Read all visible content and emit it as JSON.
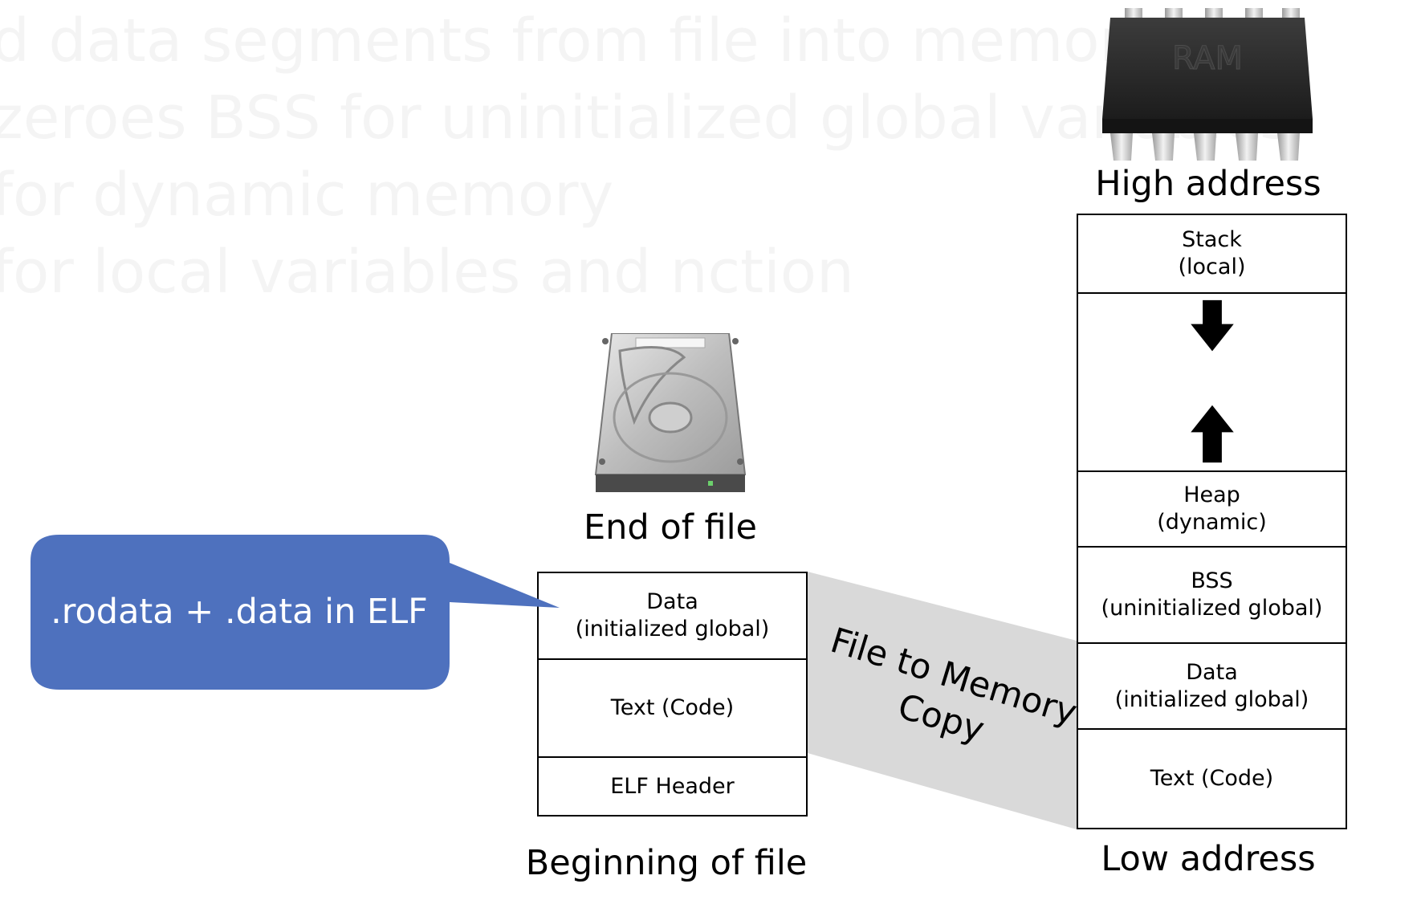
{
  "background_text": [
    "d data segments from file into memory",
    "zeroes BSS for uninitialized global variables",
    "for dynamic memory",
    "for local variables and    nction"
  ],
  "icons": {
    "ram": {
      "name": "ram-chip-icon",
      "label": "RAM"
    },
    "hdd": {
      "name": "hard-drive-icon"
    }
  },
  "memory": {
    "high_label": "High address",
    "low_label": "Low address",
    "segments": [
      {
        "name": "Stack",
        "detail": "(local)"
      },
      {
        "name": "",
        "detail": ""
      },
      {
        "name": "Heap",
        "detail": "(dynamic)"
      },
      {
        "name": "BSS",
        "detail": "(uninitialized global)"
      },
      {
        "name": "Data",
        "detail": "(initialized global)"
      },
      {
        "name": "Text (Code)",
        "detail": ""
      }
    ]
  },
  "file": {
    "end_label": "End of file",
    "begin_label": "Beginning of file",
    "segments": [
      {
        "name": "Data",
        "detail": "(initialized global)"
      },
      {
        "name": "Text (Code)",
        "detail": ""
      },
      {
        "name": "ELF Header",
        "detail": ""
      }
    ]
  },
  "copy": {
    "line1": "File to Memory",
    "line2": "Copy"
  },
  "callout": {
    "text": ".rodata + .data in ELF",
    "color": "#4E71BE"
  },
  "colors": {
    "band": "#d9d9d9",
    "ghost_text": "#f4f4f4"
  }
}
